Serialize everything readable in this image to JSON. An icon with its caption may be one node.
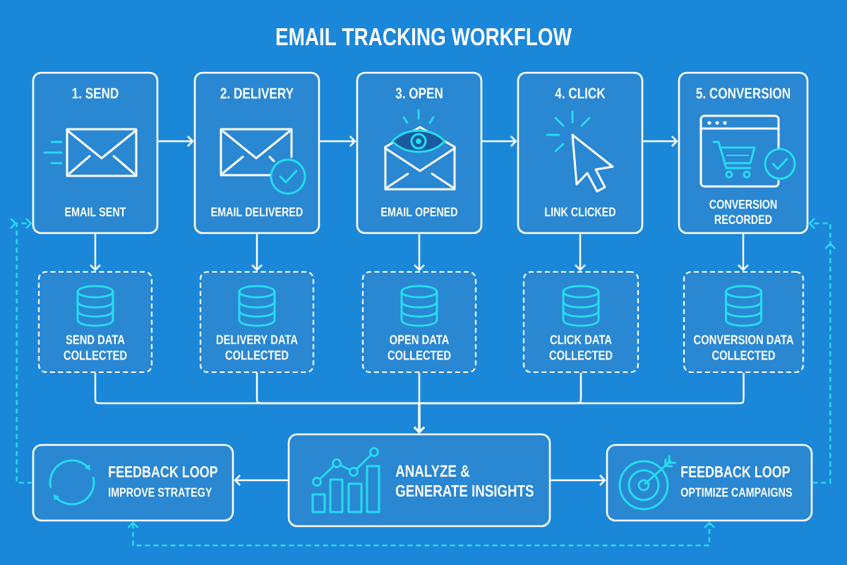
{
  "diagram": {
    "title": "EMAIL TRACKING WORKFLOW",
    "nodes": [
      {
        "text": [
          "1. SEND",
          "EMAIL SENT"
        ]
      },
      {
        "text": [
          "2. DELIVERY",
          "EMAIL DELIVERED"
        ]
      },
      {
        "text": [
          "3. OPEN",
          "EMAIL OPENED"
        ]
      },
      {
        "text": [
          "4. CLICK",
          "LINK CLICKED"
        ]
      },
      {
        "text": [
          "5. CONVERSION",
          "CONVERSION RECORDED"
        ]
      },
      {
        "text": [
          "SEND DATA COLLECTED"
        ]
      },
      {
        "text": [
          "DELIVERY DATA COLLECTED"
        ]
      },
      {
        "text": [
          "OPEN DATA COLLECTED"
        ]
      },
      {
        "text": [
          "CLICK DATA COLLECTED"
        ]
      },
      {
        "text": [
          "CONVERSION DATA COLLECTED"
        ]
      },
      {
        "text": [
          "FEEDBACK LOOP",
          "IMPROVE STRATEGY"
        ]
      },
      {
        "text": [
          "ANALYZE & GENERATE INSIGHTS"
        ]
      },
      {
        "text": [
          "FEEDBACK LOOP",
          "OPTIMIZE CAMPAIGNS"
        ]
      }
    ],
    "edges": [
      {
        "from": 0,
        "to": 1,
        "arrow": "to"
      },
      {
        "from": 1,
        "to": 2,
        "arrow": "to"
      },
      {
        "from": 2,
        "to": 3,
        "arrow": "to"
      },
      {
        "from": 3,
        "to": 4,
        "arrow": "to"
      },
      {
        "from": 0,
        "to": 5,
        "arrow": "to"
      },
      {
        "from": 1,
        "to": 6,
        "arrow": "to"
      },
      {
        "from": 2,
        "to": 7,
        "arrow": "to"
      },
      {
        "from": 3,
        "to": 8,
        "arrow": "to"
      },
      {
        "from": 4,
        "to": 9,
        "arrow": "to"
      },
      {
        "from": 5,
        "to": 11,
        "arrow": "to"
      },
      {
        "from": 6,
        "to": 11,
        "arrow": "to"
      },
      {
        "from": 7,
        "to": 11,
        "arrow": "to"
      },
      {
        "from": 8,
        "to": 11,
        "arrow": "to"
      },
      {
        "from": 9,
        "to": 11,
        "arrow": "to"
      },
      {
        "from": 11,
        "to": 10,
        "arrow": "to"
      },
      {
        "from": 11,
        "to": 12,
        "arrow": "to"
      },
      {
        "from": 10,
        "to": 0,
        "arrow": "to",
        "style": "dashed",
        "color": "#25dcef"
      },
      {
        "from": 12,
        "to": 4,
        "arrow": "to",
        "style": "dashed",
        "color": "#25dcef"
      },
      {
        "from": 10,
        "to": 12,
        "arrow": "both",
        "style": "dashed",
        "color": "#25dcef"
      }
    ]
  }
}
